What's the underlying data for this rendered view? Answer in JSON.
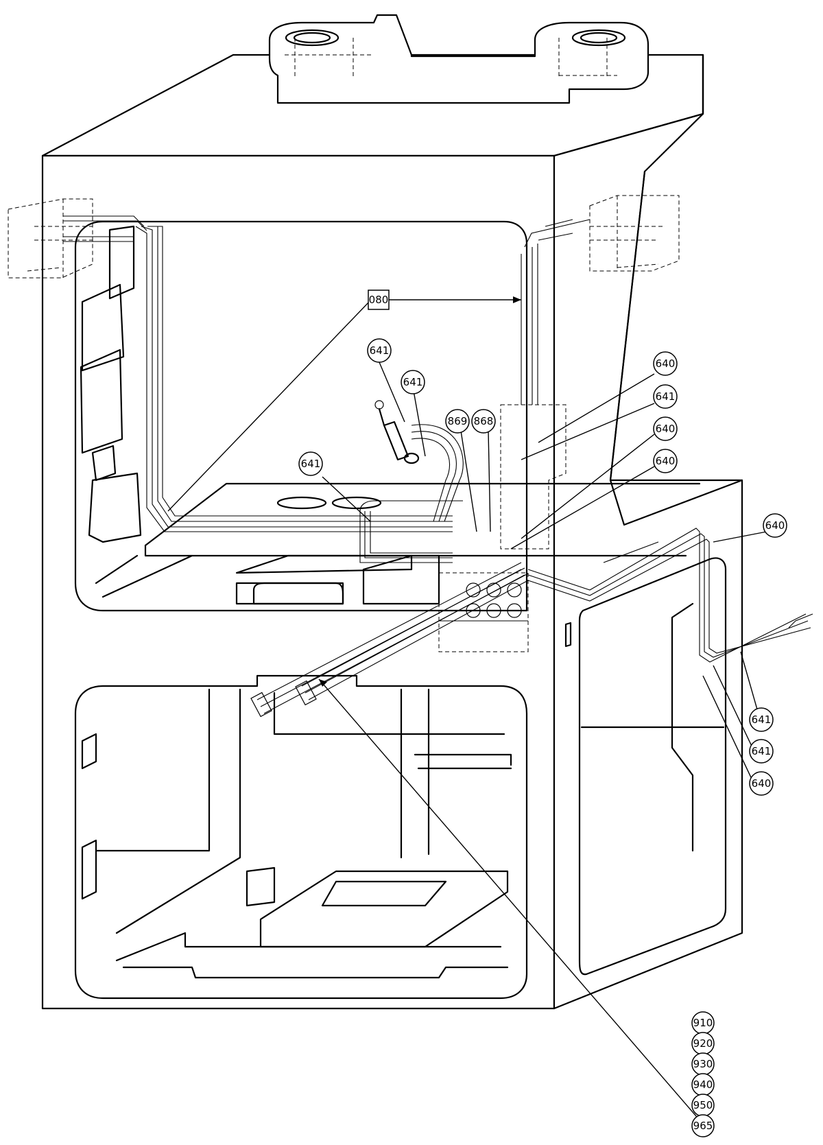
{
  "callouts": [
    {
      "id": "c080",
      "label": "080",
      "shape": "box"
    },
    {
      "id": "c641a",
      "label": "641",
      "shape": "circle"
    },
    {
      "id": "c641b",
      "label": "641",
      "shape": "circle"
    },
    {
      "id": "c869",
      "label": "869",
      "shape": "circle"
    },
    {
      "id": "c868",
      "label": "868",
      "shape": "circle"
    },
    {
      "id": "c641c",
      "label": "641",
      "shape": "circle"
    },
    {
      "id": "c640a",
      "label": "640",
      "shape": "circle"
    },
    {
      "id": "c641d",
      "label": "641",
      "shape": "circle"
    },
    {
      "id": "c640b",
      "label": "640",
      "shape": "circle"
    },
    {
      "id": "c640c",
      "label": "640",
      "shape": "circle"
    },
    {
      "id": "c640d",
      "label": "640",
      "shape": "circle"
    },
    {
      "id": "c641e",
      "label": "641",
      "shape": "circle"
    },
    {
      "id": "c641f",
      "label": "641",
      "shape": "circle"
    },
    {
      "id": "c640e",
      "label": "640",
      "shape": "circle"
    },
    {
      "id": "c910",
      "label": "910",
      "shape": "circle"
    },
    {
      "id": "c920",
      "label": "920",
      "shape": "circle"
    },
    {
      "id": "c930",
      "label": "930",
      "shape": "circle"
    },
    {
      "id": "c940",
      "label": "940",
      "shape": "circle"
    },
    {
      "id": "c950",
      "label": "950",
      "shape": "circle"
    },
    {
      "id": "c965",
      "label": "965",
      "shape": "circle"
    }
  ]
}
